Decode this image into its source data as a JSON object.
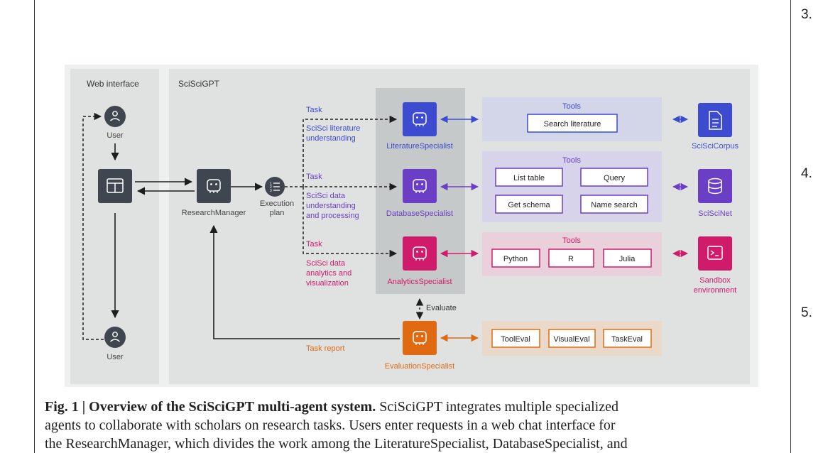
{
  "figure": {
    "panels": {
      "web_interface": "Web interface",
      "scisci_gpt": "SciSciGPT"
    },
    "users": {
      "top": "User",
      "bottom": "User"
    },
    "research_manager": "ResearchManager",
    "execution_plan": {
      "line1": "Execution",
      "line2": "plan"
    },
    "tasks": {
      "literature": {
        "label": "Task",
        "desc": [
          "SciSci literature",
          "understanding"
        ]
      },
      "database": {
        "label": "Task",
        "desc": [
          "SciSci data",
          "understanding",
          "and processing"
        ]
      },
      "analytics": {
        "label": "Task",
        "desc": [
          "SciSci data",
          "analytics and",
          "visualization"
        ]
      }
    },
    "specialists": {
      "literature": "LiteratureSpecialist",
      "database": "DatabaseSpecialist",
      "analytics": "AnalyticsSpecialist",
      "evaluation": "EvaluationSpecialist"
    },
    "tools_title": "Tools",
    "tools": {
      "literature": [
        "Search literature"
      ],
      "database": [
        "List table",
        "Query",
        "Get schema",
        "Name search"
      ],
      "analytics": [
        "Python",
        "R",
        "Julia"
      ],
      "evaluation": [
        "ToolEval",
        "VisualEval",
        "TaskEval"
      ]
    },
    "resources": {
      "corpus": "SciSciCorpus",
      "net": "SciSciNet",
      "sandbox": [
        "Sandbox",
        "environment"
      ]
    },
    "evaluate": "Evaluate",
    "task_report": "Task report",
    "colors": {
      "literature": "#3d4bd1",
      "database": "#6b3fc5",
      "analytics": "#d01a6a",
      "evaluation": "#e06a12",
      "dark": "#3f4650"
    }
  },
  "caption": {
    "label": "Fig. 1 | Overview of the SciSciGPT multi-agent system.",
    "line1_rest": " SciSciGPT integrates multiple specialized",
    "line2": "agents to collaborate with scholars on research tasks. Users enter requests in a web chat interface for",
    "line3": "the ResearchManager, which divides the work among the LiteratureSpecialist, DatabaseSpecialist, and"
  },
  "margin_numbers": [
    "3.",
    "4.",
    "5."
  ]
}
